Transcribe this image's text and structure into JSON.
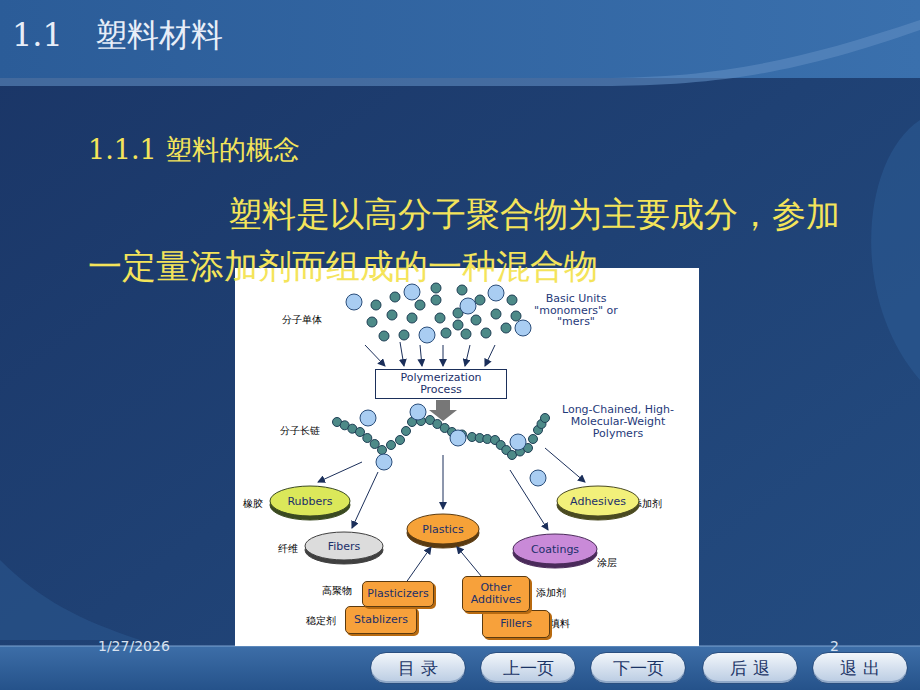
{
  "diagram": {
    "title": "1.1　塑料材料",
    "nodes": [
      {
        "text": [
          "Polymerization Process"
        ]
      },
      {
        "text": [
          "Rubbers"
        ]
      },
      {
        "text": [
          "Adhesives"
        ]
      },
      {
        "text": [
          "Plastics"
        ]
      },
      {
        "text": [
          "Fibers"
        ]
      },
      {
        "text": [
          "Coatings"
        ]
      },
      {
        "text": [
          "Plasticizers"
        ]
      },
      {
        "text": [
          "Other Additives"
        ]
      },
      {
        "text": [
          "Stablizers"
        ]
      },
      {
        "text": [
          "Fillers"
        ]
      },
      {
        "text": [
          "目 录"
        ]
      },
      {
        "text": [
          "上一页"
        ]
      },
      {
        "text": [
          "下一页"
        ]
      },
      {
        "text": [
          "后 退"
        ]
      },
      {
        "text": [
          "退 出"
        ]
      }
    ],
    "edges": [
      {
        "from": 6,
        "to": 3,
        "arrow": "to"
      },
      {
        "from": 7,
        "to": 3,
        "arrow": "to"
      }
    ],
    "labels": [
      "1.1.1 塑料的概念",
      "塑料是以高分子聚合物为主要成分，参加一定量添加剂而组成的一种混合物",
      "分子单体",
      "Basic Units \"monomers\" or \"mers\"",
      "分子长链",
      "Long-Chained, High-Molecular-Weight Polymers",
      "橡胶",
      "添加剂",
      "纤维",
      "涂层",
      "高聚物",
      "稳定剂",
      "添加剂",
      "填料",
      "1/27/2026",
      "2"
    ]
  }
}
